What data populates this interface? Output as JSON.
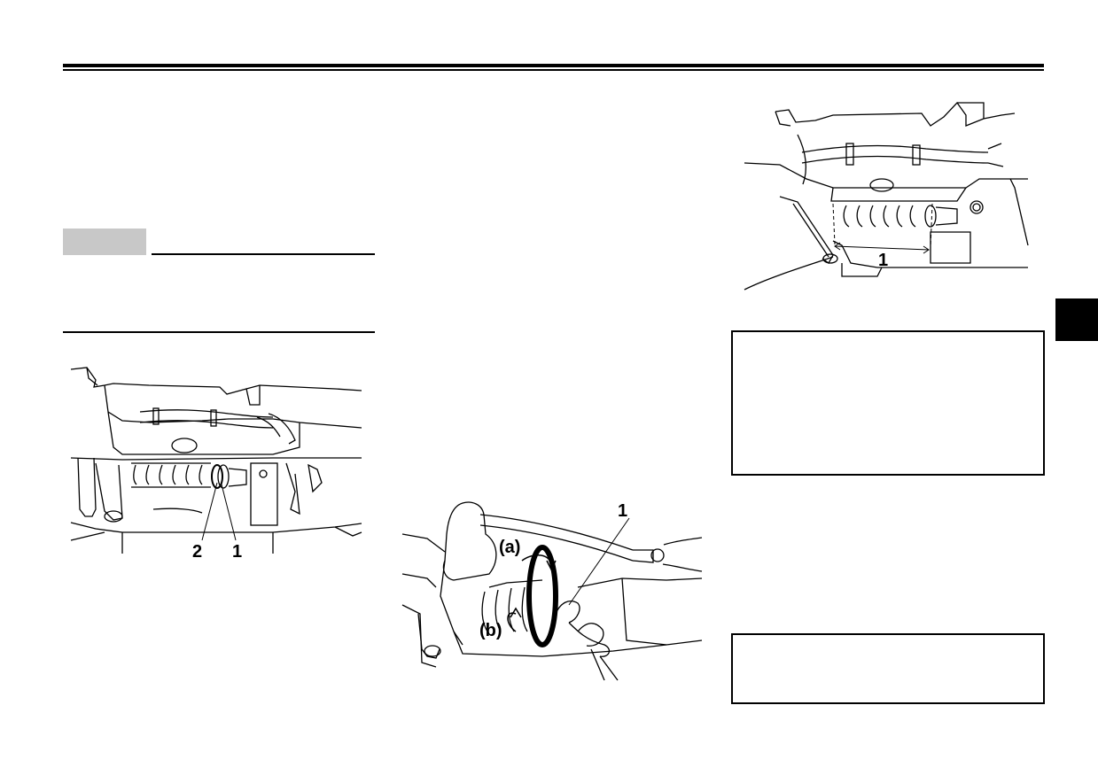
{
  "figure_left": {
    "callouts": [
      "2",
      "1"
    ]
  },
  "figure_center": {
    "callouts": [
      "1",
      "(a)",
      "(b)"
    ]
  },
  "figure_right": {
    "callouts": [
      "1"
    ]
  }
}
